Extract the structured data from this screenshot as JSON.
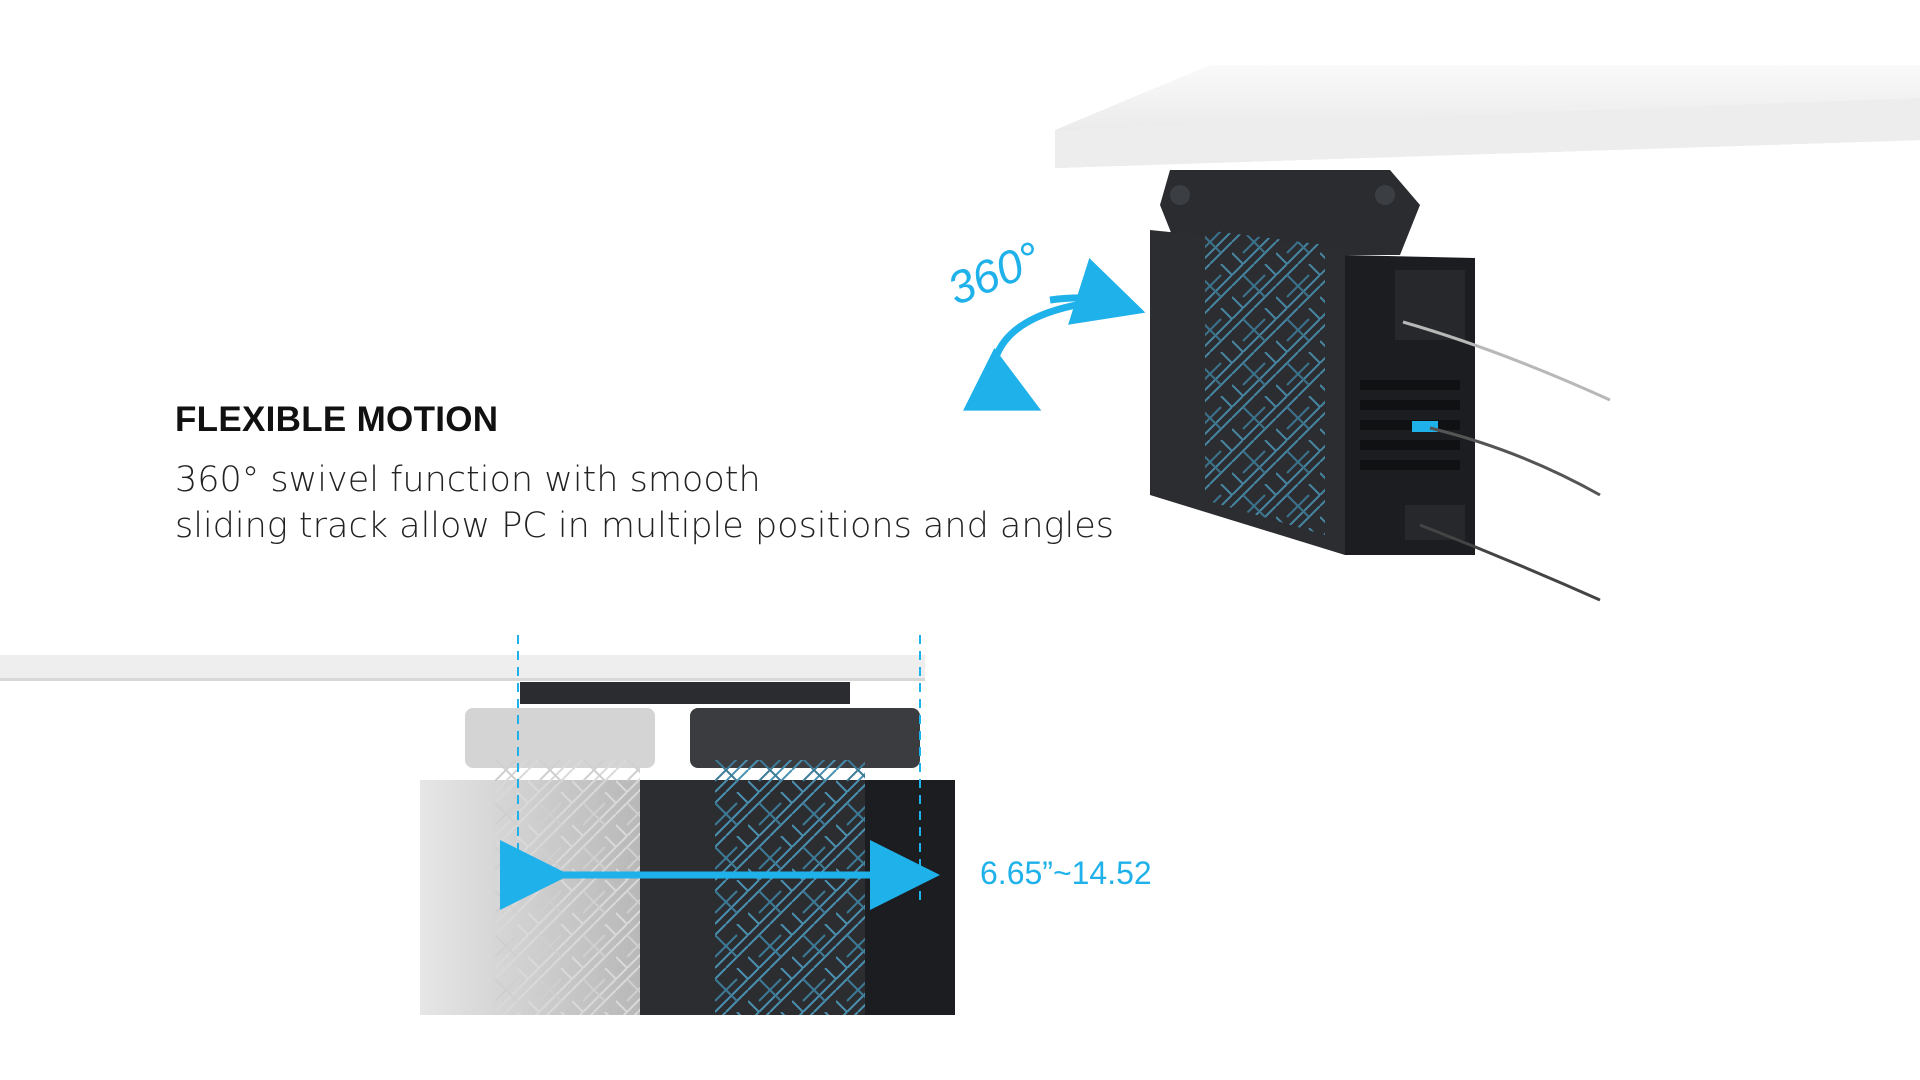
{
  "feature": {
    "title": "FLEXIBLE MOTION",
    "description_line1": "360° swivel function with smooth",
    "description_line2": "sliding track allow PC in multiple positions and angles"
  },
  "callouts": {
    "rotation_label": "360°",
    "slide_range_label": "6.65”~14.52"
  },
  "colors": {
    "accent": "#1fb1ea",
    "text": "#222222",
    "case_dark": "#1b1d20",
    "pattern_blue": "#5aa6c8"
  }
}
